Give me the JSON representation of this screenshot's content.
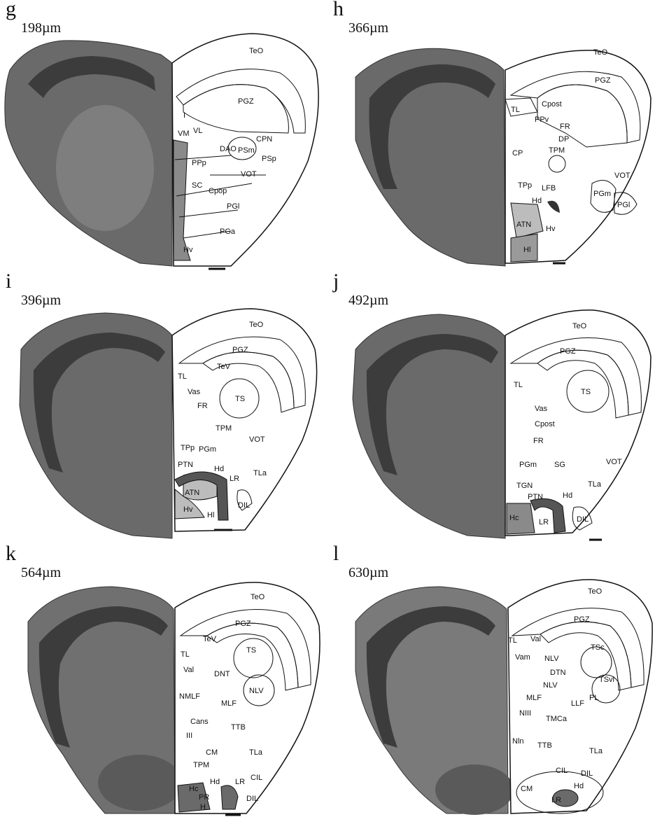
{
  "panels": [
    {
      "letter": "g",
      "depth": "198µm",
      "labels": [
        "TeO",
        "PGZ",
        "I",
        "VM",
        "VL",
        "CPN",
        "DAO",
        "PSm",
        "PSp",
        "PPp",
        "VOT",
        "SC",
        "Cpop",
        "PGl",
        "PGa",
        "Hv"
      ]
    },
    {
      "letter": "h",
      "depth": "366µm",
      "labels": [
        "TeO",
        "PGZ",
        "TL",
        "Cpost",
        "PPv",
        "FR",
        "DP",
        "CP",
        "TPM",
        "VOT",
        "TPp",
        "LFB",
        "PGm",
        "Hd",
        "PGl",
        "ATN",
        "Hv",
        "Hl"
      ]
    },
    {
      "letter": "i",
      "depth": "396µm",
      "labels": [
        "TeO",
        "PGZ",
        "TeV",
        "TL",
        "TS",
        "Vas",
        "FR",
        "TPM",
        "TPp",
        "PGm",
        "VOT",
        "PTN",
        "Hd",
        "LR",
        "TLa",
        "ATN",
        "Hv",
        "Hl",
        "DIL"
      ]
    },
    {
      "letter": "j",
      "depth": "492µm",
      "labels": [
        "TeO",
        "PGZ",
        "TL",
        "TS",
        "Vas",
        "Cpost",
        "FR",
        "PGm",
        "SG",
        "VOT",
        "TGN",
        "TLa",
        "PTN",
        "Hd",
        "Hc",
        "LR",
        "DIL"
      ]
    },
    {
      "letter": "k",
      "depth": "564µm",
      "labels": [
        "TeO",
        "PGZ",
        "TeV",
        "TS",
        "TL",
        "Val",
        "DNT",
        "NLV",
        "NMLF",
        "MLF",
        "Cans",
        "TTB",
        "III",
        "CM",
        "TLa",
        "TPM",
        "Hc",
        "Hd",
        "LR",
        "CIL",
        "PR",
        "H",
        "DIL"
      ]
    },
    {
      "letter": "l",
      "depth": "630µm",
      "labels": [
        "TeO",
        "PGZ",
        "TL",
        "Val",
        "TSc",
        "Vam",
        "NLV",
        "DTN",
        "TSvl",
        "NLV",
        "MLF",
        "PL",
        "LLF",
        "NIII",
        "TMCa",
        "Nln",
        "TTB",
        "TLa",
        "CM",
        "CIL",
        "DIL",
        "Hd",
        "LR"
      ]
    }
  ]
}
